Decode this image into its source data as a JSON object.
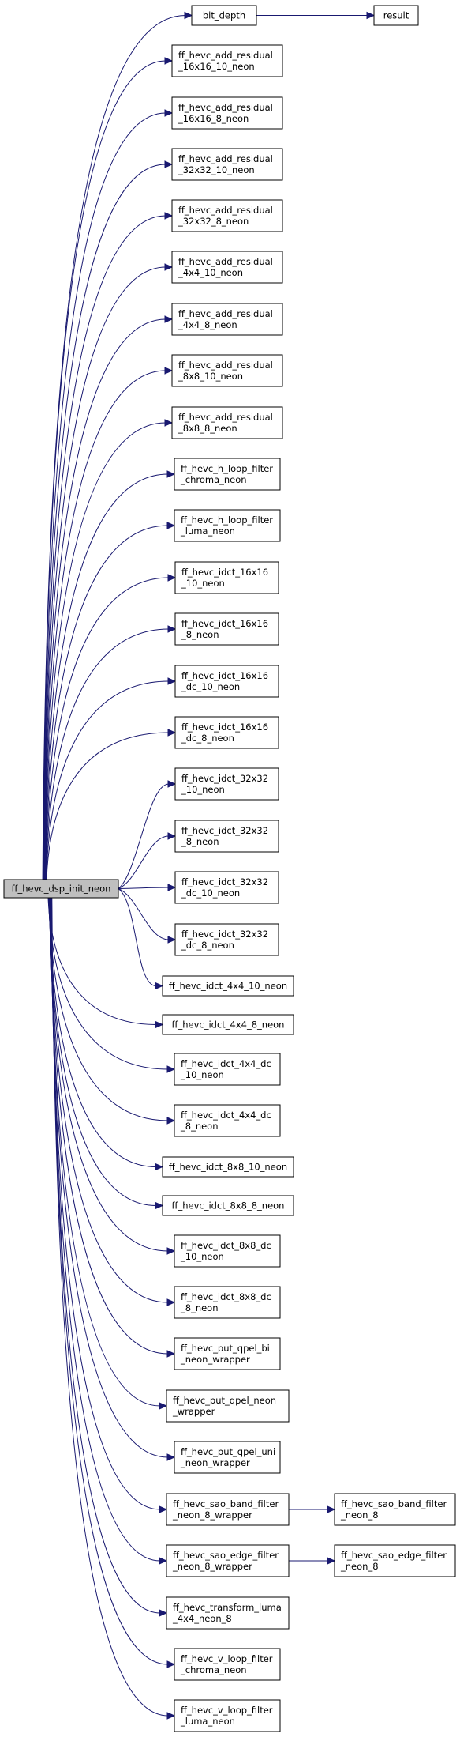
{
  "root": {
    "id": "root",
    "lines": [
      "ff_hevc_dsp_init_neon"
    ]
  },
  "nodes": [
    {
      "id": "bit_depth",
      "lines": [
        "bit_depth"
      ]
    },
    {
      "id": "result",
      "lines": [
        "result"
      ]
    },
    {
      "id": "add_residual_16x16_10",
      "lines": [
        "ff_hevc_add_residual",
        "_16x16_10_neon"
      ]
    },
    {
      "id": "add_residual_16x16_8",
      "lines": [
        "ff_hevc_add_residual",
        "_16x16_8_neon"
      ]
    },
    {
      "id": "add_residual_32x32_10",
      "lines": [
        "ff_hevc_add_residual",
        "_32x32_10_neon"
      ]
    },
    {
      "id": "add_residual_32x32_8",
      "lines": [
        "ff_hevc_add_residual",
        "_32x32_8_neon"
      ]
    },
    {
      "id": "add_residual_4x4_10",
      "lines": [
        "ff_hevc_add_residual",
        "_4x4_10_neon"
      ]
    },
    {
      "id": "add_residual_4x4_8",
      "lines": [
        "ff_hevc_add_residual",
        "_4x4_8_neon"
      ]
    },
    {
      "id": "add_residual_8x8_10",
      "lines": [
        "ff_hevc_add_residual",
        "_8x8_10_neon"
      ]
    },
    {
      "id": "add_residual_8x8_8",
      "lines": [
        "ff_hevc_add_residual",
        "_8x8_8_neon"
      ]
    },
    {
      "id": "h_loop_filter_chroma",
      "lines": [
        "ff_hevc_h_loop_filter",
        "_chroma_neon"
      ]
    },
    {
      "id": "h_loop_filter_luma",
      "lines": [
        "ff_hevc_h_loop_filter",
        "_luma_neon"
      ]
    },
    {
      "id": "idct_16x16_10",
      "lines": [
        "ff_hevc_idct_16x16",
        "_10_neon"
      ]
    },
    {
      "id": "idct_16x16_8",
      "lines": [
        "ff_hevc_idct_16x16",
        "_8_neon"
      ]
    },
    {
      "id": "idct_16x16_dc_10",
      "lines": [
        "ff_hevc_idct_16x16",
        "_dc_10_neon"
      ]
    },
    {
      "id": "idct_16x16_dc_8",
      "lines": [
        "ff_hevc_idct_16x16",
        "_dc_8_neon"
      ]
    },
    {
      "id": "idct_32x32_10",
      "lines": [
        "ff_hevc_idct_32x32",
        "_10_neon"
      ]
    },
    {
      "id": "idct_32x32_8",
      "lines": [
        "ff_hevc_idct_32x32",
        "_8_neon"
      ]
    },
    {
      "id": "idct_32x32_dc_10",
      "lines": [
        "ff_hevc_idct_32x32",
        "_dc_10_neon"
      ]
    },
    {
      "id": "idct_32x32_dc_8",
      "lines": [
        "ff_hevc_idct_32x32",
        "_dc_8_neon"
      ]
    },
    {
      "id": "idct_4x4_10",
      "lines": [
        "ff_hevc_idct_4x4_10_neon"
      ]
    },
    {
      "id": "idct_4x4_8",
      "lines": [
        "ff_hevc_idct_4x4_8_neon"
      ]
    },
    {
      "id": "idct_4x4_dc_10",
      "lines": [
        "ff_hevc_idct_4x4_dc",
        "_10_neon"
      ]
    },
    {
      "id": "idct_4x4_dc_8",
      "lines": [
        "ff_hevc_idct_4x4_dc",
        "_8_neon"
      ]
    },
    {
      "id": "idct_8x8_10",
      "lines": [
        "ff_hevc_idct_8x8_10_neon"
      ]
    },
    {
      "id": "idct_8x8_8",
      "lines": [
        "ff_hevc_idct_8x8_8_neon"
      ]
    },
    {
      "id": "idct_8x8_dc_10",
      "lines": [
        "ff_hevc_idct_8x8_dc",
        "_10_neon"
      ]
    },
    {
      "id": "idct_8x8_dc_8",
      "lines": [
        "ff_hevc_idct_8x8_dc",
        "_8_neon"
      ]
    },
    {
      "id": "put_qpel_bi",
      "lines": [
        "ff_hevc_put_qpel_bi",
        "_neon_wrapper"
      ]
    },
    {
      "id": "put_qpel",
      "lines": [
        "ff_hevc_put_qpel_neon",
        "_wrapper"
      ]
    },
    {
      "id": "put_qpel_uni",
      "lines": [
        "ff_hevc_put_qpel_uni",
        "_neon_wrapper"
      ]
    },
    {
      "id": "sao_band_wrapper",
      "lines": [
        "ff_hevc_sao_band_filter",
        "_neon_8_wrapper"
      ]
    },
    {
      "id": "sao_band",
      "lines": [
        "ff_hevc_sao_band_filter",
        "_neon_8"
      ]
    },
    {
      "id": "sao_edge_wrapper",
      "lines": [
        "ff_hevc_sao_edge_filter",
        "_neon_8_wrapper"
      ]
    },
    {
      "id": "sao_edge",
      "lines": [
        "ff_hevc_sao_edge_filter",
        "_neon_8"
      ]
    },
    {
      "id": "transform_luma",
      "lines": [
        "ff_hevc_transform_luma",
        "_4x4_neon_8"
      ]
    },
    {
      "id": "v_loop_filter_chroma",
      "lines": [
        "ff_hevc_v_loop_filter",
        "_chroma_neon"
      ]
    },
    {
      "id": "v_loop_filter_luma",
      "lines": [
        "ff_hevc_v_loop_filter",
        "_luma_neon"
      ]
    }
  ],
  "edges": [
    [
      "root",
      "bit_depth"
    ],
    [
      "bit_depth",
      "result"
    ],
    [
      "root",
      "add_residual_16x16_10"
    ],
    [
      "root",
      "add_residual_16x16_8"
    ],
    [
      "root",
      "add_residual_32x32_10"
    ],
    [
      "root",
      "add_residual_32x32_8"
    ],
    [
      "root",
      "add_residual_4x4_10"
    ],
    [
      "root",
      "add_residual_4x4_8"
    ],
    [
      "root",
      "add_residual_8x8_10"
    ],
    [
      "root",
      "add_residual_8x8_8"
    ],
    [
      "root",
      "h_loop_filter_chroma"
    ],
    [
      "root",
      "h_loop_filter_luma"
    ],
    [
      "root",
      "idct_16x16_10"
    ],
    [
      "root",
      "idct_16x16_8"
    ],
    [
      "root",
      "idct_16x16_dc_10"
    ],
    [
      "root",
      "idct_16x16_dc_8"
    ],
    [
      "root",
      "idct_32x32_10"
    ],
    [
      "root",
      "idct_32x32_8"
    ],
    [
      "root",
      "idct_32x32_dc_10"
    ],
    [
      "root",
      "idct_32x32_dc_8"
    ],
    [
      "root",
      "idct_4x4_10"
    ],
    [
      "root",
      "idct_4x4_8"
    ],
    [
      "root",
      "idct_4x4_dc_10"
    ],
    [
      "root",
      "idct_4x4_dc_8"
    ],
    [
      "root",
      "idct_8x8_10"
    ],
    [
      "root",
      "idct_8x8_8"
    ],
    [
      "root",
      "idct_8x8_dc_10"
    ],
    [
      "root",
      "idct_8x8_dc_8"
    ],
    [
      "root",
      "put_qpel_bi"
    ],
    [
      "root",
      "put_qpel"
    ],
    [
      "root",
      "put_qpel_uni"
    ],
    [
      "root",
      "sao_band_wrapper"
    ],
    [
      "sao_band_wrapper",
      "sao_band"
    ],
    [
      "root",
      "sao_edge_wrapper"
    ],
    [
      "sao_edge_wrapper",
      "sao_edge"
    ],
    [
      "root",
      "transform_luma"
    ],
    [
      "root",
      "v_loop_filter_chroma"
    ],
    [
      "root",
      "v_loop_filter_luma"
    ]
  ]
}
